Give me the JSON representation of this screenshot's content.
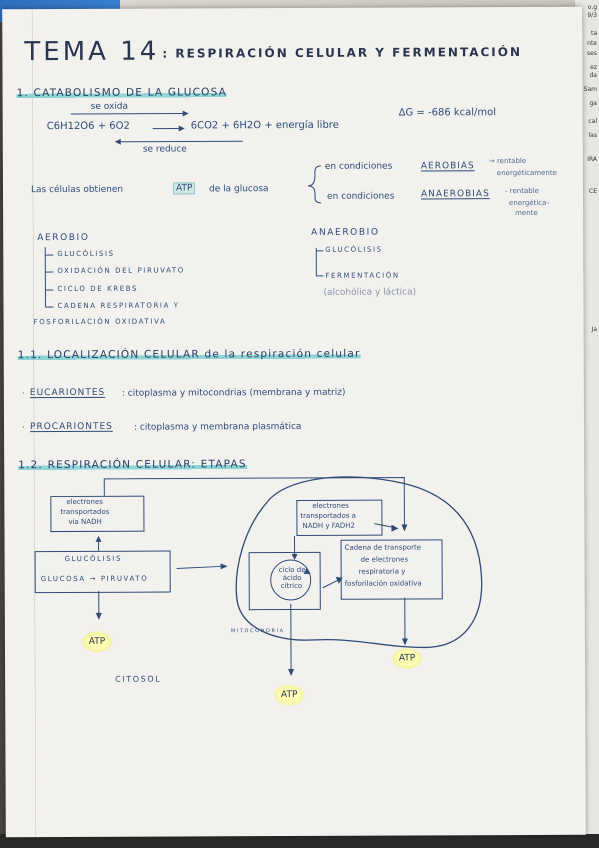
{
  "title": {
    "main": "TEMA 14",
    "sub": ": RESPIRACIÓN CELULAR Y FERMENTACIÓN"
  },
  "section1": {
    "heading": "1. CATABOLISMO DE LA GLUCOSA",
    "oxidizes_label": "se oxida",
    "equation_left": "C6H12O6 + 6O2",
    "equation_right": "6CO2 + 6H2O + energía libre",
    "delta_g": "ΔG = -686 kcal/mol",
    "reduces_label": "se reduce",
    "cells_text_pre": "Las células obtienen",
    "cells_text_atp": "ATP",
    "cells_text_post": "de la glucosa",
    "aerobic_condition_pre": "en condiciones",
    "aerobic_condition_word": "AEROBIAS",
    "aerobic_condition_post": "→ rentable",
    "aerobic_note": "energéticamente",
    "anaerobic_condition_pre": "en condiciones",
    "anaerobic_condition_word": "ANAEROBIAS",
    "anaerobic_condition_post": "- rentable",
    "anaerobic_note_1": "energética-",
    "anaerobic_note_2": "mente",
    "aerobic_title": "AEROBIO",
    "aerobic_items": [
      "GLUCÓLISIS",
      "OXIDACIÓN DEL PIRUVATO",
      "CICLO DE KREBS",
      "CADENA RESPIRATORIA Y",
      "FOSFORILACIÓN OXIDATIVA"
    ],
    "anaerobic_title": "ANAEROBIO",
    "anaerobic_items": [
      "GLUCÓLISIS",
      "FERMENTACIÓN"
    ],
    "anaerobic_note": "(alcohólica y láctica)"
  },
  "section11": {
    "heading": "1.1. LOCALIZACIÓN CELULAR de la respiración celular",
    "euk_label": "EUCARIONTES",
    "euk_text": ": citoplasma y mitocondrias (membrana y matriz)",
    "prok_label": "PROCARIONTES",
    "prok_text": ": citoplasma y membrana plasmática"
  },
  "section12": {
    "heading": "1.2. RESPIRACIÓN CELULAR: ETAPAS",
    "box_nadh": [
      "electrones",
      "transportados",
      "vía NADH"
    ],
    "box_glycolysis_title": "GLUCÓLISIS",
    "box_glycolysis_text": "GLUCOSA → PIRUVATO",
    "box_fadh": [
      "electrones",
      "transportados a",
      "NADH y FADH2"
    ],
    "box_krebs": [
      "ciclo del",
      "ácido",
      "cítrico"
    ],
    "box_chain": [
      "Cadena de transporte",
      "de electrones",
      "respiratoria y",
      "fosforilación oxidativa"
    ],
    "mito_label": "MITOCONDRIA",
    "cytosol_label": "CITOSOL",
    "atp_1": "ATP",
    "atp_2": "ATP",
    "atp_3": "ATP"
  },
  "background_right": [
    "o.g",
    "9/3",
    "ta",
    "nte",
    "ses",
    "ez",
    "da",
    "Sam",
    "ga",
    "cal",
    "las",
    "IRA",
    "CE",
    "Ja"
  ],
  "colors": {
    "ink": "#2f4b78",
    "highlight_teal": "#8fd4d6",
    "highlight_yellow": "#f3f27a",
    "paper": "#f2f1ee"
  }
}
